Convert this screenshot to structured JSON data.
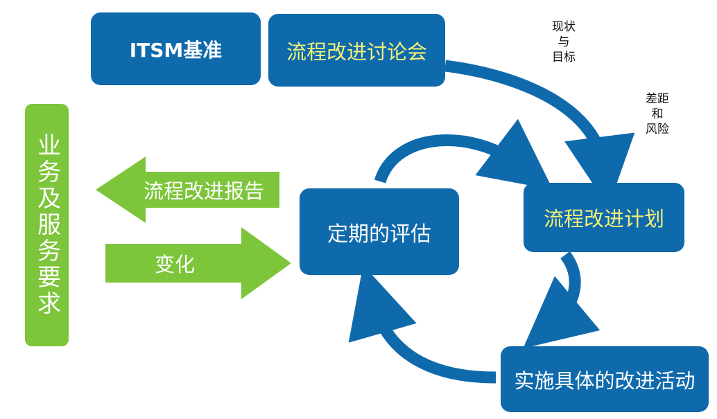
{
  "nodes": {
    "itsm": "ITSM基准",
    "forum": "流程改进讨论会",
    "review": "定期的评估",
    "plan": "流程改进计划",
    "implement": "实施具体的改进活动"
  },
  "side_bar": {
    "label": "业务及服务要求"
  },
  "arrows": {
    "report": "流程改进报告",
    "change": "变化"
  },
  "notes": {
    "status_goal": "现状\n与\n目标",
    "gap_risk": "差距\n和\n风险"
  },
  "colors": {
    "box_blue": "#0f6aac",
    "arrow_green": "#7dc53b",
    "highlight_yellow": "#f3f07a"
  }
}
